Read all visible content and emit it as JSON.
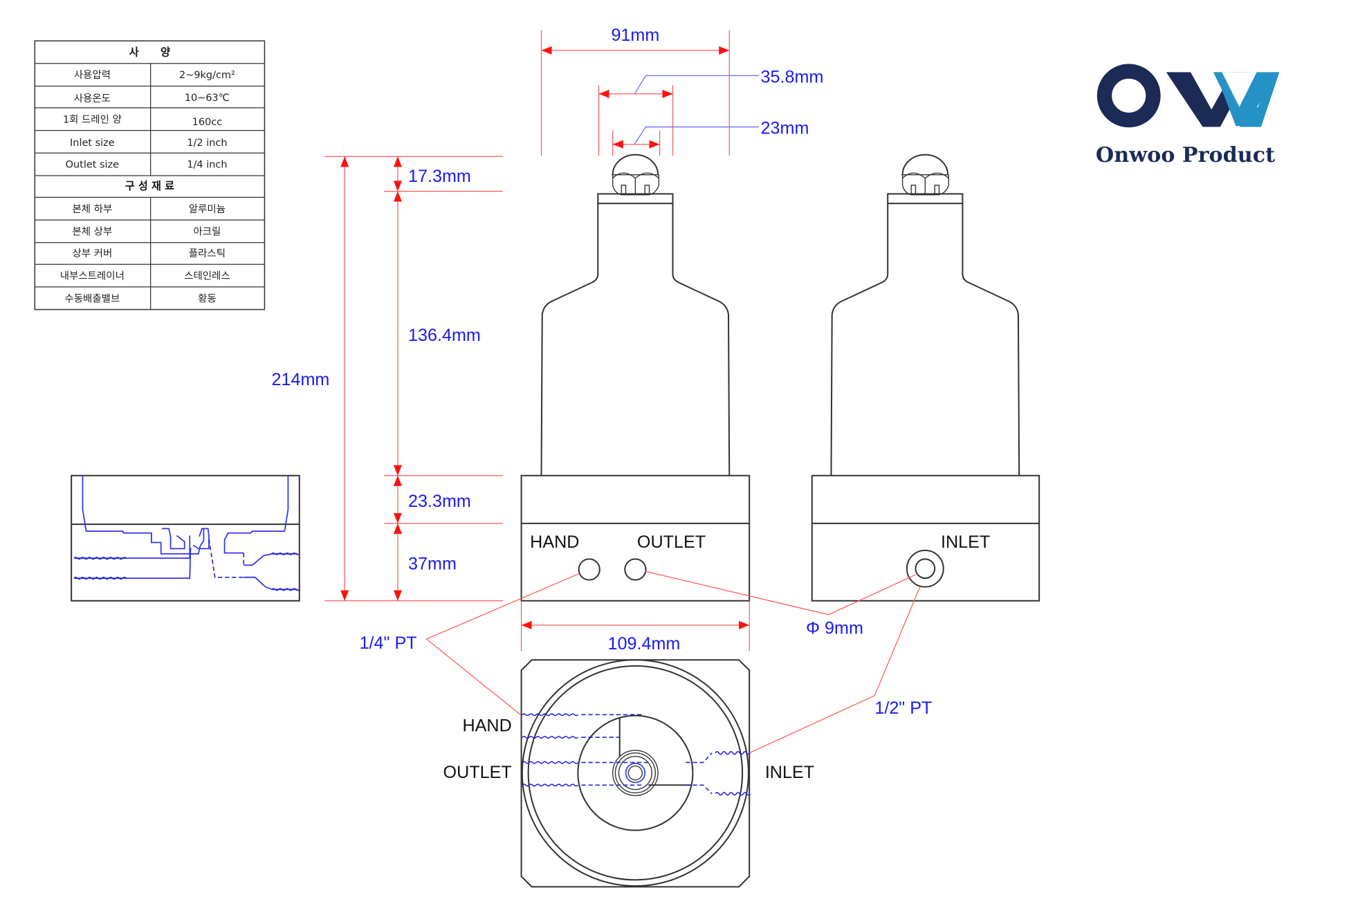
{
  "spec_table": {
    "spec_header": "사      양",
    "spec_rows": [
      {
        "label": "사용압력",
        "value": "2~9kg/cm²"
      },
      {
        "label": "사용온도",
        "value": "10~63℃"
      },
      {
        "label": "1회 드레인 양",
        "value": "160cc"
      },
      {
        "label": "Inlet size",
        "value": "1/2 inch"
      },
      {
        "label": "Outlet size",
        "value": "1/4 inch"
      }
    ],
    "material_header": "구 성 재 료",
    "material_rows": [
      {
        "label": "본체 하부",
        "value": "알루미늄"
      },
      {
        "label": "본체 상부",
        "value": "아크릴"
      },
      {
        "label": "상부 커버",
        "value": "플라스틱"
      },
      {
        "label": "내부스트레이너",
        "value": "스테인레스"
      },
      {
        "label": "수동배출밸브",
        "value": "황동"
      }
    ]
  },
  "logo": {
    "mark_letters": "OW",
    "brand_name": "Onwoo Product",
    "color_dark": "#1c2b55",
    "color_light": "#2592c6"
  },
  "dimensions": {
    "total_width_top": "91mm",
    "cap_outer_width": "35.8mm",
    "cap_inner_width": "23mm",
    "total_height": "214mm",
    "cap_height": "17.3mm",
    "bowl_height": "136.4mm",
    "base_upper_height": "23.3mm",
    "base_lower_height": "37mm",
    "base_width": "109.4mm",
    "port_diameter": "Φ 9mm",
    "outlet_thread": "1/4\" PT",
    "inlet_thread": "1/2\" PT"
  },
  "port_labels": {
    "front_hand": "HAND",
    "front_outlet": "OUTLET",
    "side_inlet": "INLET",
    "top_hand": "HAND",
    "top_outlet": "OUTLET",
    "top_inlet": "INLET"
  },
  "colors": {
    "dimension_line": "#ff5a5a",
    "dimension_text": "#1a1aee",
    "outline": "#333333"
  }
}
